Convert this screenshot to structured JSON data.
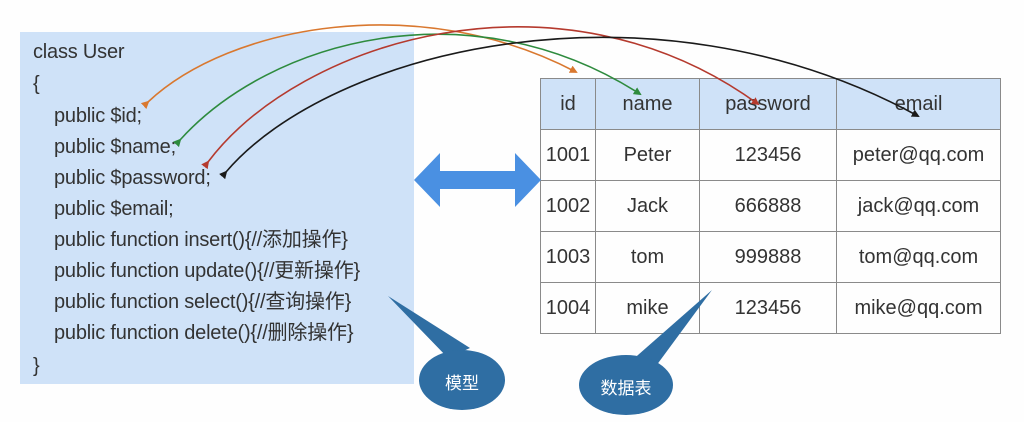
{
  "model": {
    "lines": [
      "class User",
      "{",
      "public $id;",
      "public $name;",
      "public $password;",
      "public $email;",
      "public function insert(){//添加操作}",
      "public function update(){//更新操作}",
      "public function select(){//查询操作}",
      "public function delete(){//删除操作}",
      "}"
    ]
  },
  "table": {
    "headers": [
      "id",
      "name",
      "password",
      "email"
    ],
    "rows": [
      [
        "1001",
        "Peter",
        "123456",
        "peter@qq.com"
      ],
      [
        "1002",
        "Jack",
        "666888",
        "jack@qq.com"
      ],
      [
        "1003",
        "tom",
        "999888",
        "tom@qq.com"
      ],
      [
        "1004",
        "mike",
        "123456",
        "mike@qq.com"
      ]
    ]
  },
  "callouts": {
    "model_label": "模型",
    "table_label": "数据表"
  },
  "mapping_arrows": [
    {
      "from": "$id",
      "to": "id",
      "color": "#d9782f"
    },
    {
      "from": "$name",
      "to": "name",
      "color": "#2e8b3e"
    },
    {
      "from": "$password",
      "to": "password",
      "color": "#b53a2e"
    },
    {
      "from": "$email",
      "to": "email",
      "color": "#1a1a1a"
    }
  ],
  "colors": {
    "panel_bg": "#cfe2f8",
    "double_arrow": "#4a90e2",
    "callout": "#2f6ea3"
  }
}
